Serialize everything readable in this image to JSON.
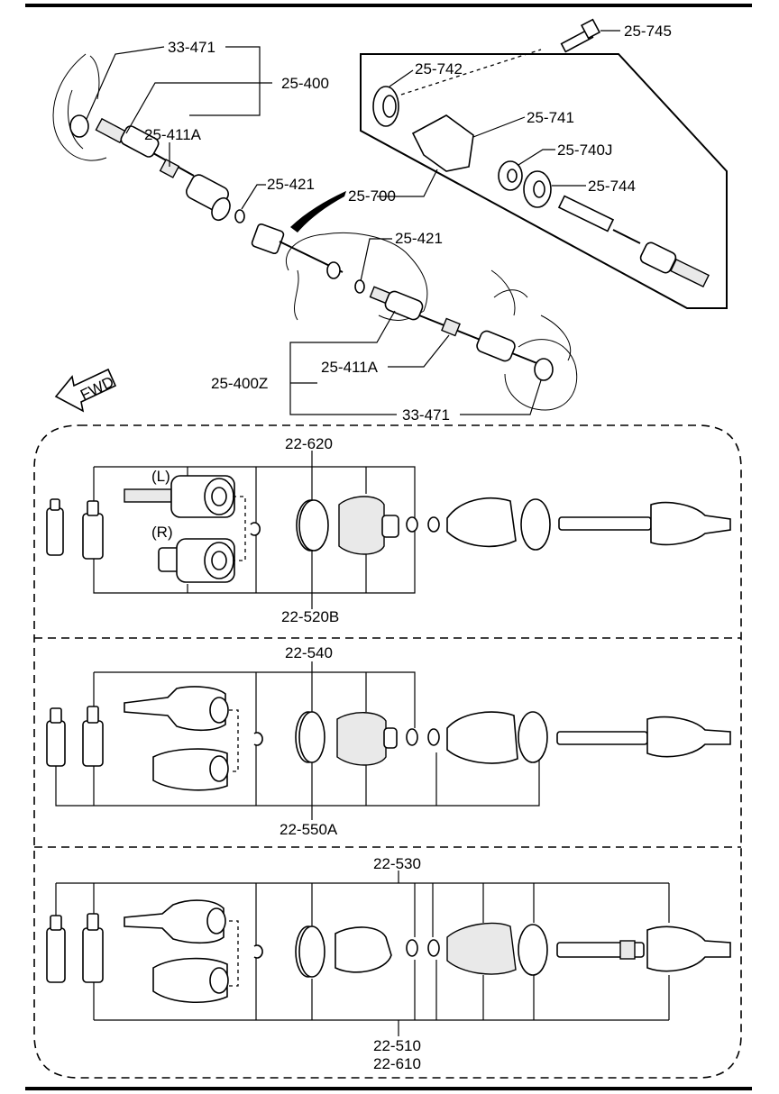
{
  "labels": {
    "p33_471_top": "33-471",
    "p25_400": "25-400",
    "p25_411A_top": "25-411A",
    "p25_421_a": "25-421",
    "p25_421_b": "25-421",
    "p25_745": "25-745",
    "p25_742": "25-742",
    "p25_741": "25-741",
    "p25_740J": "25-740J",
    "p25_744": "25-744",
    "p25_700": "25-700",
    "p25_400Z": "25-400Z",
    "p25_411A_bot": "25-411A",
    "p33_471_bot": "33-471",
    "fwd": "FWD",
    "s1_top": "22-620",
    "s1_L": "(L)",
    "s1_R": "(R)",
    "s1_bot": "22-520B",
    "s2_top": "22-540",
    "s2_bot": "22-550A",
    "s3_top": "22-530",
    "s3_bot1": "22-510",
    "s3_bot2": "22-610"
  }
}
